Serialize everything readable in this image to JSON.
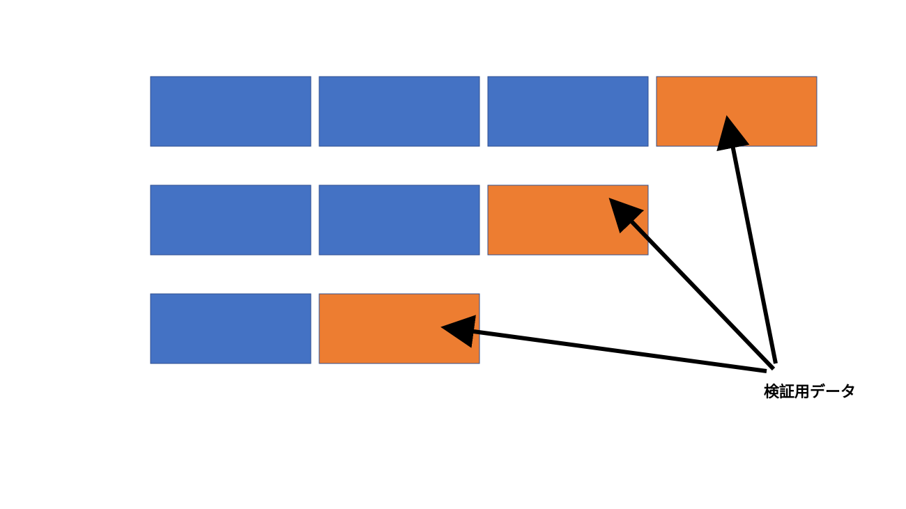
{
  "colors": {
    "train": "#4472C4",
    "validation": "#ED7D31",
    "border": "#2F4F8F",
    "arrow": "#000000",
    "text": "#000000"
  },
  "rows": [
    [
      "train",
      "train",
      "train",
      "validation"
    ],
    [
      "train",
      "train",
      "validation"
    ],
    [
      "train",
      "validation"
    ]
  ],
  "label": {
    "text": "検証用データ"
  }
}
